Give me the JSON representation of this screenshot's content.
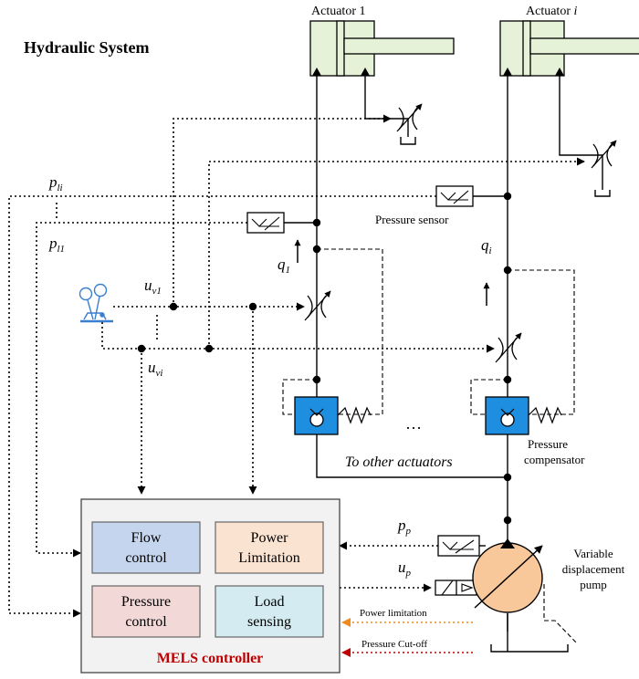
{
  "title": "Hydraulic System",
  "actuators": [
    {
      "label_main": "Actuator 1",
      "label_sub": ""
    },
    {
      "label_main": "Actuator ",
      "label_sub": "i"
    }
  ],
  "signals": {
    "pl_i": {
      "main": "p",
      "sub": "li"
    },
    "pl_1": {
      "main": "p",
      "sub": "l1"
    },
    "uv_1": {
      "main": "u",
      "sub": "v1"
    },
    "uv_i": {
      "main": "u",
      "sub": "vi"
    },
    "q_1": {
      "main": "q",
      "sub": "1"
    },
    "q_i": {
      "main": "q",
      "sub": "i"
    },
    "p_p": {
      "main": "p",
      "sub": "p"
    },
    "u_p": {
      "main": "u",
      "sub": "p"
    }
  },
  "labels": {
    "pressure_sensor": "Pressure sensor",
    "pressure_compensator_1": "Pressure",
    "pressure_compensator_2": "compensator",
    "to_other_actuators": "To other actuators",
    "ellipsis": "…",
    "variable_pump_1": "Variable",
    "variable_pump_2": "displacement",
    "variable_pump_3": "pump",
    "power_limitation_signal": "Power limitation",
    "pressure_cutoff_signal": "Pressure Cut-off"
  },
  "controller": {
    "title": "MELS controller",
    "blocks": [
      {
        "line1": "Flow",
        "line2": "control",
        "color": "#c5d5ee"
      },
      {
        "line1": "Power",
        "line2": "Limitation",
        "color": "#fbe3d2"
      },
      {
        "line1": "Pressure",
        "line2": "control",
        "color": "#f2d8d6"
      },
      {
        "line1": "Load",
        "line2": "sensing",
        "color": "#d3ebf1"
      }
    ]
  },
  "colors": {
    "controller_bg": "#f2f2f2",
    "controller_title": "#c00000",
    "valve_blue": "#1e8fe0",
    "joystick_blue": "#3a7ed0",
    "pump_fill": "#f8c79a",
    "actuator_fill": "#e6f2d8",
    "power_limitation_arrow": "#ef8a1e",
    "pressure_cutoff_arrow": "#c00000"
  }
}
